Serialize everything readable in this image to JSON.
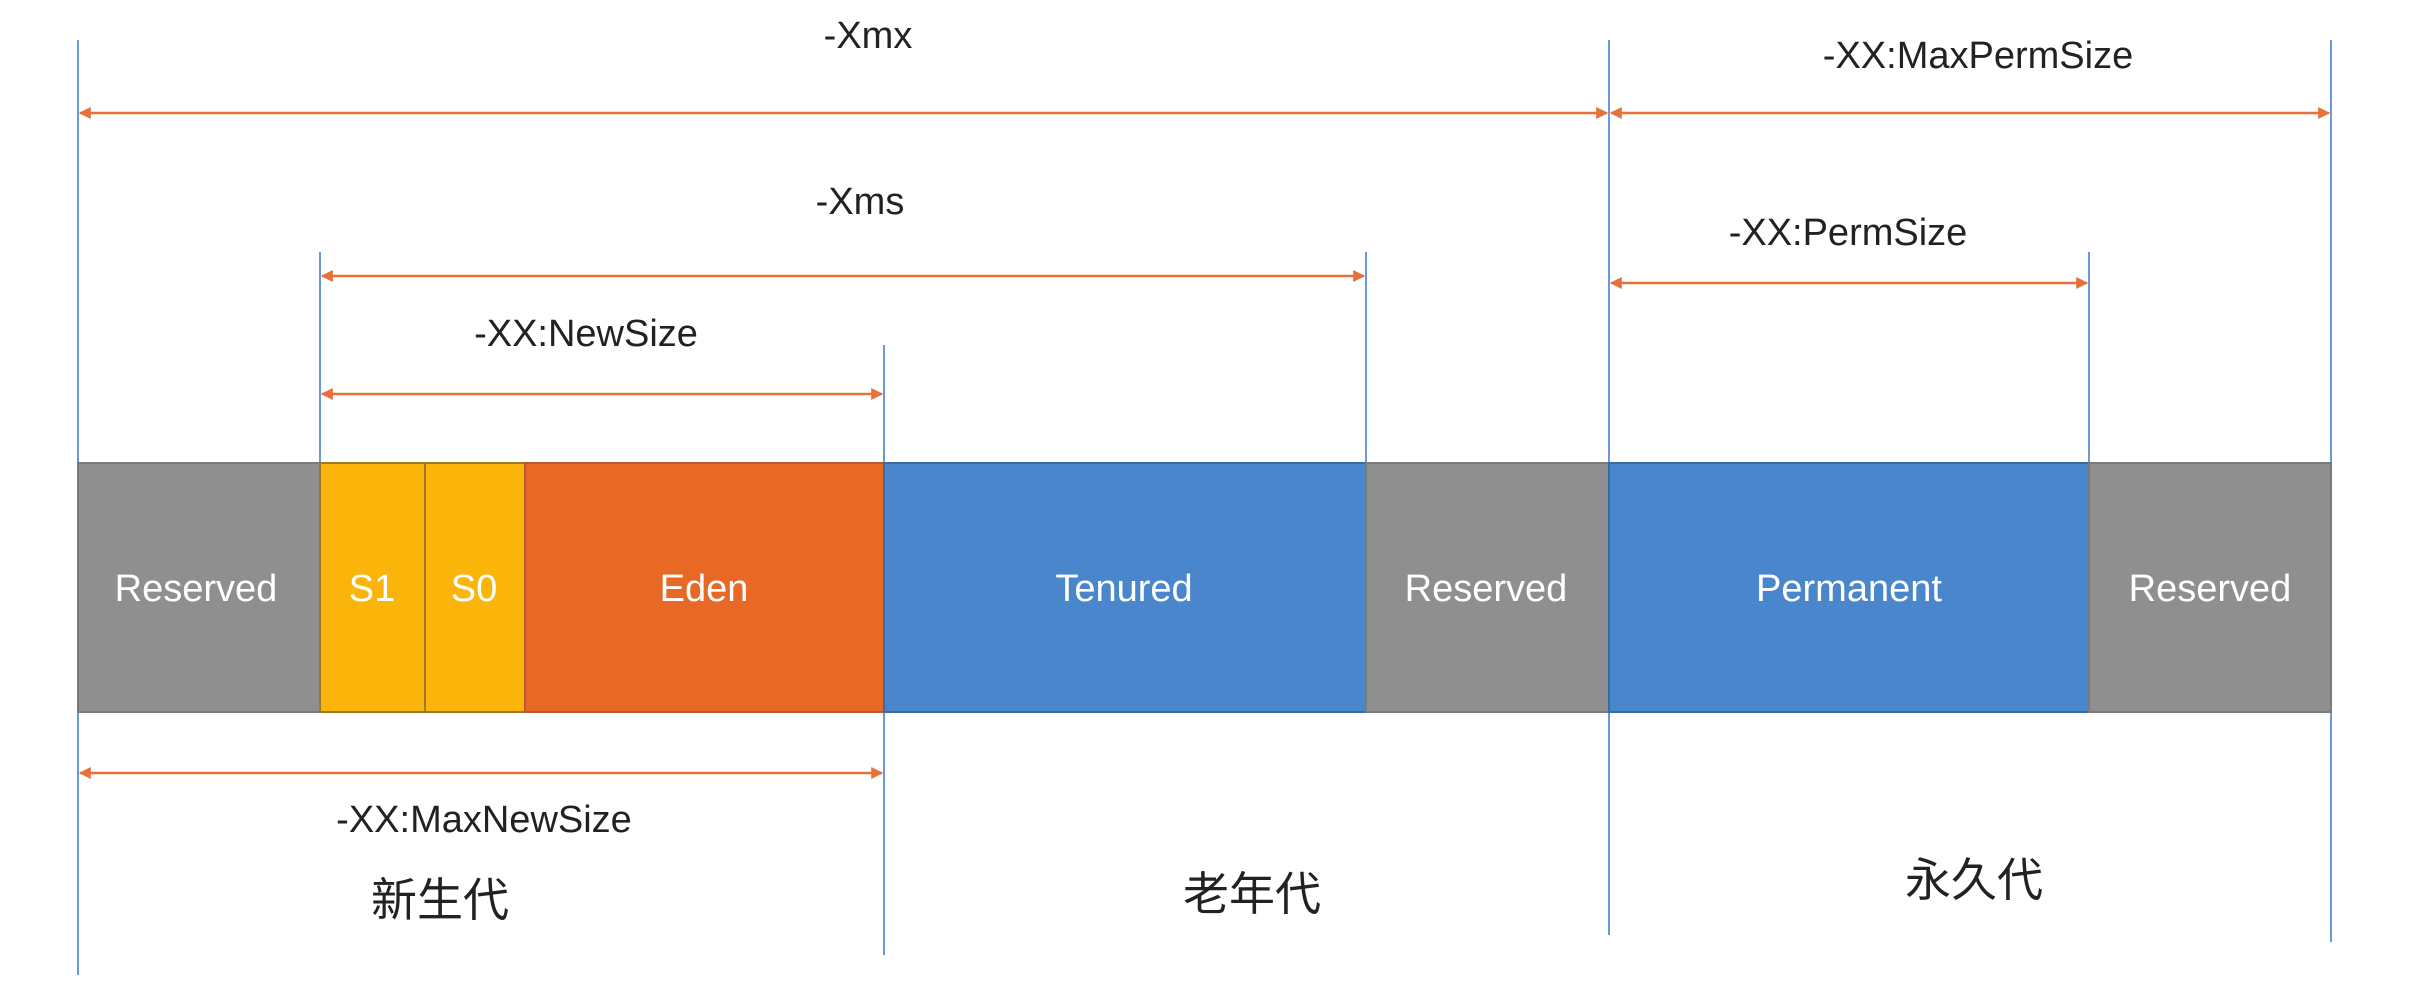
{
  "dimensions": {
    "xmx": "-Xmx",
    "max_perm_size": "-XX:MaxPermSize",
    "xms": "-Xms",
    "perm_size": "-XX:PermSize",
    "new_size": "-XX:NewSize",
    "max_new_size": "-XX:MaxNewSize"
  },
  "segments": {
    "reserved_young": "Reserved",
    "s1": "S1",
    "s0": "S0",
    "eden": "Eden",
    "tenured": "Tenured",
    "reserved_old": "Reserved",
    "permanent": "Permanent",
    "reserved_perm": "Reserved"
  },
  "generations": {
    "young": "新生代",
    "old": "老年代",
    "perm": "永久代"
  },
  "colors": {
    "reserved": "#8f8f8f",
    "survivor": "#fbb40a",
    "eden": "#e86825",
    "blue": "#4a86cc",
    "arrow": "#e8703a",
    "guide": "#6a98d8"
  }
}
